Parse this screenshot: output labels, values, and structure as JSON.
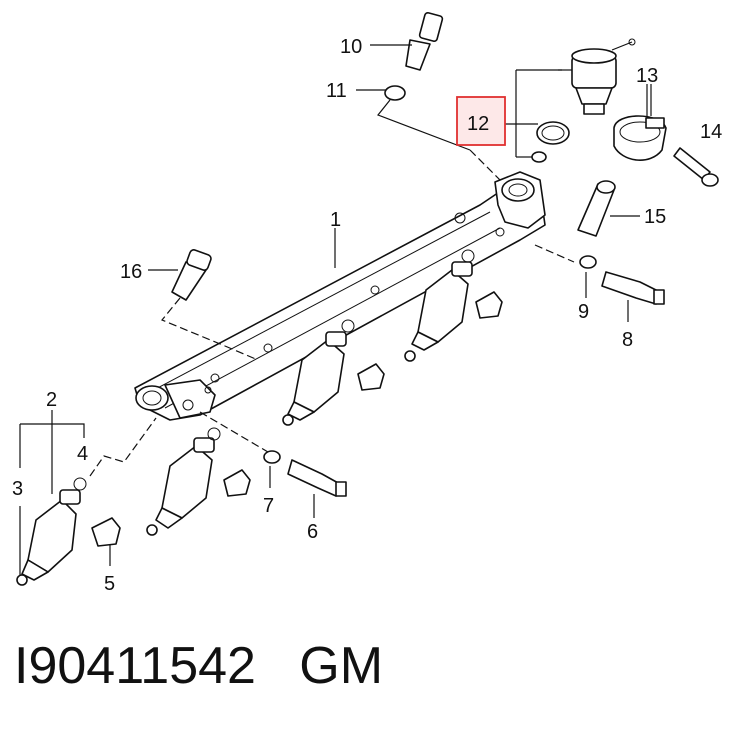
{
  "callouts": {
    "c1": "1",
    "c2": "2",
    "c3": "3",
    "c4": "4",
    "c5": "5",
    "c6": "6",
    "c7": "7",
    "c8": "8",
    "c9": "9",
    "c10": "10",
    "c11": "11",
    "c12": "12",
    "c13": "13",
    "c14": "14",
    "c15": "15",
    "c16": "16"
  },
  "highlight": {
    "callout": "12",
    "color": "#e03030",
    "fill": "#fde8e8"
  },
  "caption": {
    "part_number": "I90411542",
    "brand": "GM"
  }
}
